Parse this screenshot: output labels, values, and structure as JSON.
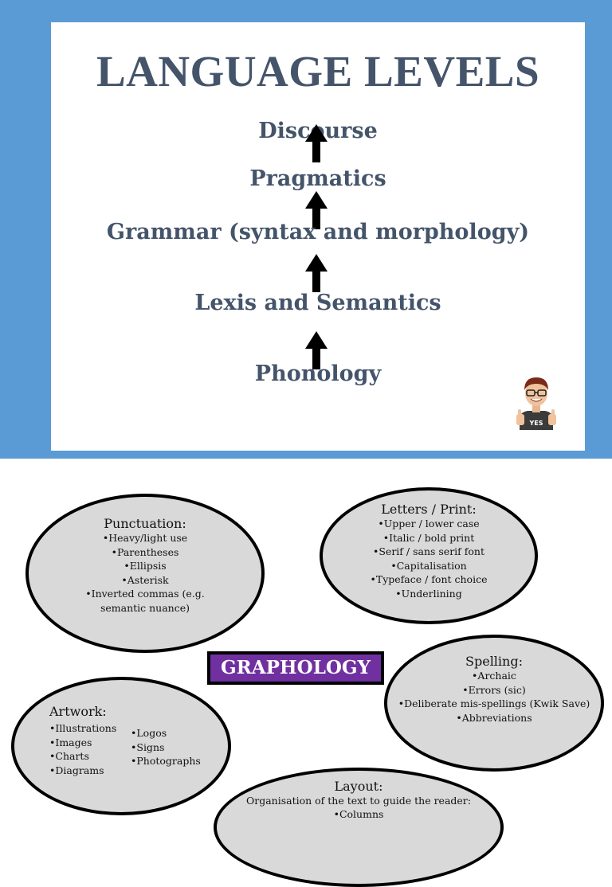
{
  "slide1": {
    "title": "LANGUAGE LEVELS",
    "levels": [
      "Discourse",
      "Pragmatics",
      "Grammar (syntax and morphology)",
      "Lexis and Semantics",
      "Phonology"
    ],
    "avatar_badge": "YES",
    "colors": {
      "frame": "#5b9bd5",
      "heading": "#44546a"
    }
  },
  "slide2": {
    "center_title": "GRAPHOLOGY",
    "punctuation": {
      "title": "Punctuation:",
      "items": [
        "Heavy/light use",
        "Parentheses",
        "Ellipsis",
        "Asterisk",
        "Inverted commas (e.g.",
        "semantic nuance)"
      ]
    },
    "letters": {
      "title": "Letters / Print:",
      "items": [
        "Upper / lower case",
        "Italic / bold print",
        "Serif / sans serif font",
        "Capitalisation",
        "Typeface / font choice",
        "Underlining"
      ]
    },
    "spelling": {
      "title": "Spelling:",
      "items": [
        "Archaic",
        "Errors (sic)",
        "Deliberate mis-spellings (Kwik Save)",
        "Abbreviations"
      ]
    },
    "artwork": {
      "title": "Artwork:",
      "col1": [
        "Illustrations",
        "Images",
        "Charts",
        "Diagrams"
      ],
      "col2": [
        "Logos",
        "Signs",
        "Photographs"
      ]
    },
    "layout": {
      "title": "Layout:",
      "subtitle": "Organisation of the text to guide the reader:",
      "items": [
        "Columns"
      ]
    },
    "colors": {
      "bubble": "#d9d9d9",
      "title_bg": "#7030a0"
    }
  }
}
